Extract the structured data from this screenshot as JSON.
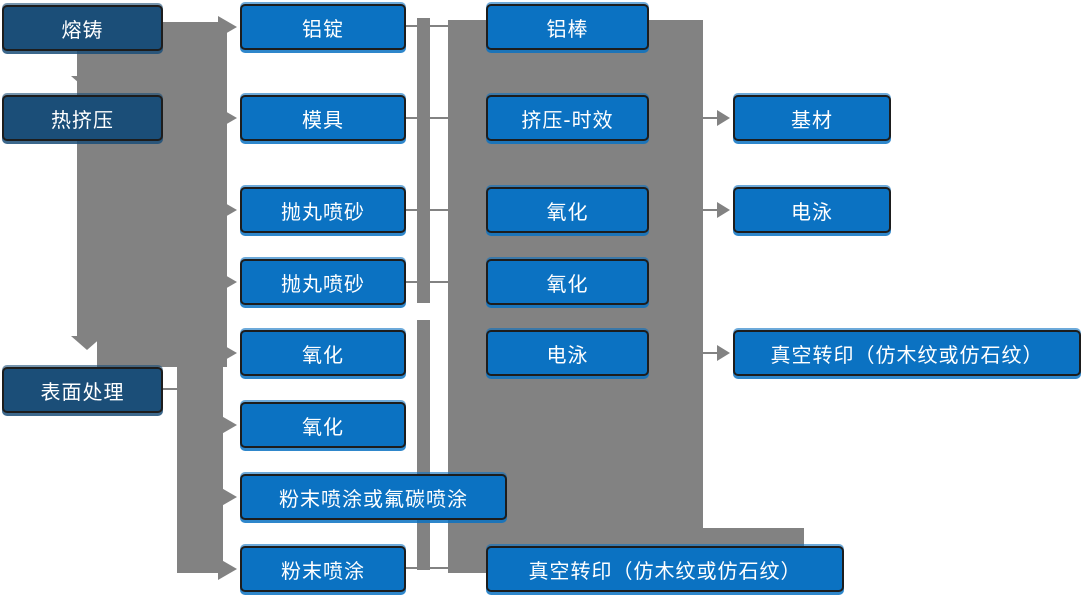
{
  "diagram": {
    "type": "process-flowchart",
    "colors": {
      "box_blue": "#0B72C2",
      "box_dark_blue": "#1B4E78",
      "connector_gray": "#828282",
      "box_border": "#1D1D1D",
      "text": "#FFFFFF",
      "background": "#FFFFFF"
    }
  },
  "columns": [
    {
      "name": "process-stage-1",
      "boxes": [
        "熔铸",
        "热挤压",
        "表面处理"
      ]
    },
    {
      "name": "process-stage-2",
      "boxes": [
        "铝锭",
        "模具",
        "抛丸喷砂",
        "抛丸喷砂",
        "氧化",
        "氧化",
        "粉末喷涂或氟碳喷涂",
        "粉末喷涂"
      ]
    },
    {
      "name": "process-stage-3",
      "boxes": [
        "铝棒",
        "挤压-时效",
        "氧化",
        "氧化",
        "电泳",
        "真空转印（仿木纹或仿石纹）"
      ]
    },
    {
      "name": "process-stage-4",
      "boxes": [
        "基材",
        "电泳",
        "真空转印（仿木纹或仿石纹）"
      ]
    }
  ]
}
